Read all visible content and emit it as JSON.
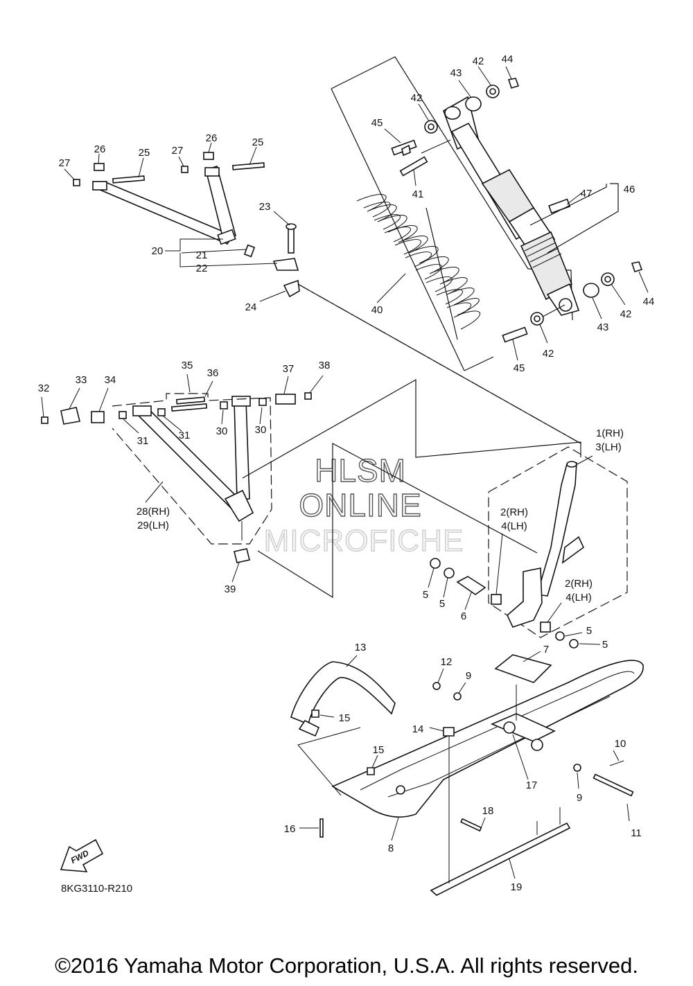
{
  "diagram_code": "8KG3110-R210",
  "fwd_badge": "FWD",
  "watermark": {
    "line1": "HLSM",
    "line2": "ONLINE",
    "line3": "MICROFICHE"
  },
  "copyright": "©2016 Yamaha Motor Corporation, U.S.A. All rights reserved.",
  "callouts": {
    "c1": "1(RH)",
    "c3": "3(LH)",
    "c2a": "2(RH)",
    "c4a": "4(LH)",
    "c2b": "2(RH)",
    "c4b": "4(LH)",
    "c5a": "5",
    "c5b": "5",
    "c5c": "5",
    "c5d": "5",
    "c6": "6",
    "c7": "7",
    "c8": "8",
    "c9a": "9",
    "c9b": "9",
    "c10": "10",
    "c11": "11",
    "c12": "12",
    "c13": "13",
    "c14": "14",
    "c15a": "15",
    "c15b": "15",
    "c16": "16",
    "c17": "17",
    "c18": "18",
    "c19": "19",
    "c20": "20",
    "c21": "21",
    "c22": "22",
    "c23": "23",
    "c24": "24",
    "c25a": "25",
    "c25b": "25",
    "c26a": "26",
    "c26b": "26",
    "c27a": "27",
    "c27b": "27",
    "c28": "28(RH)",
    "c29": "29(LH)",
    "c30a": "30",
    "c30b": "30",
    "c31a": "31",
    "c31b": "31",
    "c32": "32",
    "c33": "33",
    "c34": "34",
    "c35": "35",
    "c36": "36",
    "c37": "37",
    "c38": "38",
    "c39": "39",
    "c40": "40",
    "c41": "41",
    "c42a": "42",
    "c42b": "42",
    "c42c": "42",
    "c42d": "42",
    "c43a": "43",
    "c43b": "43",
    "c44a": "44",
    "c44b": "44",
    "c45a": "45",
    "c45b": "45",
    "c46": "46",
    "c47": "47"
  }
}
